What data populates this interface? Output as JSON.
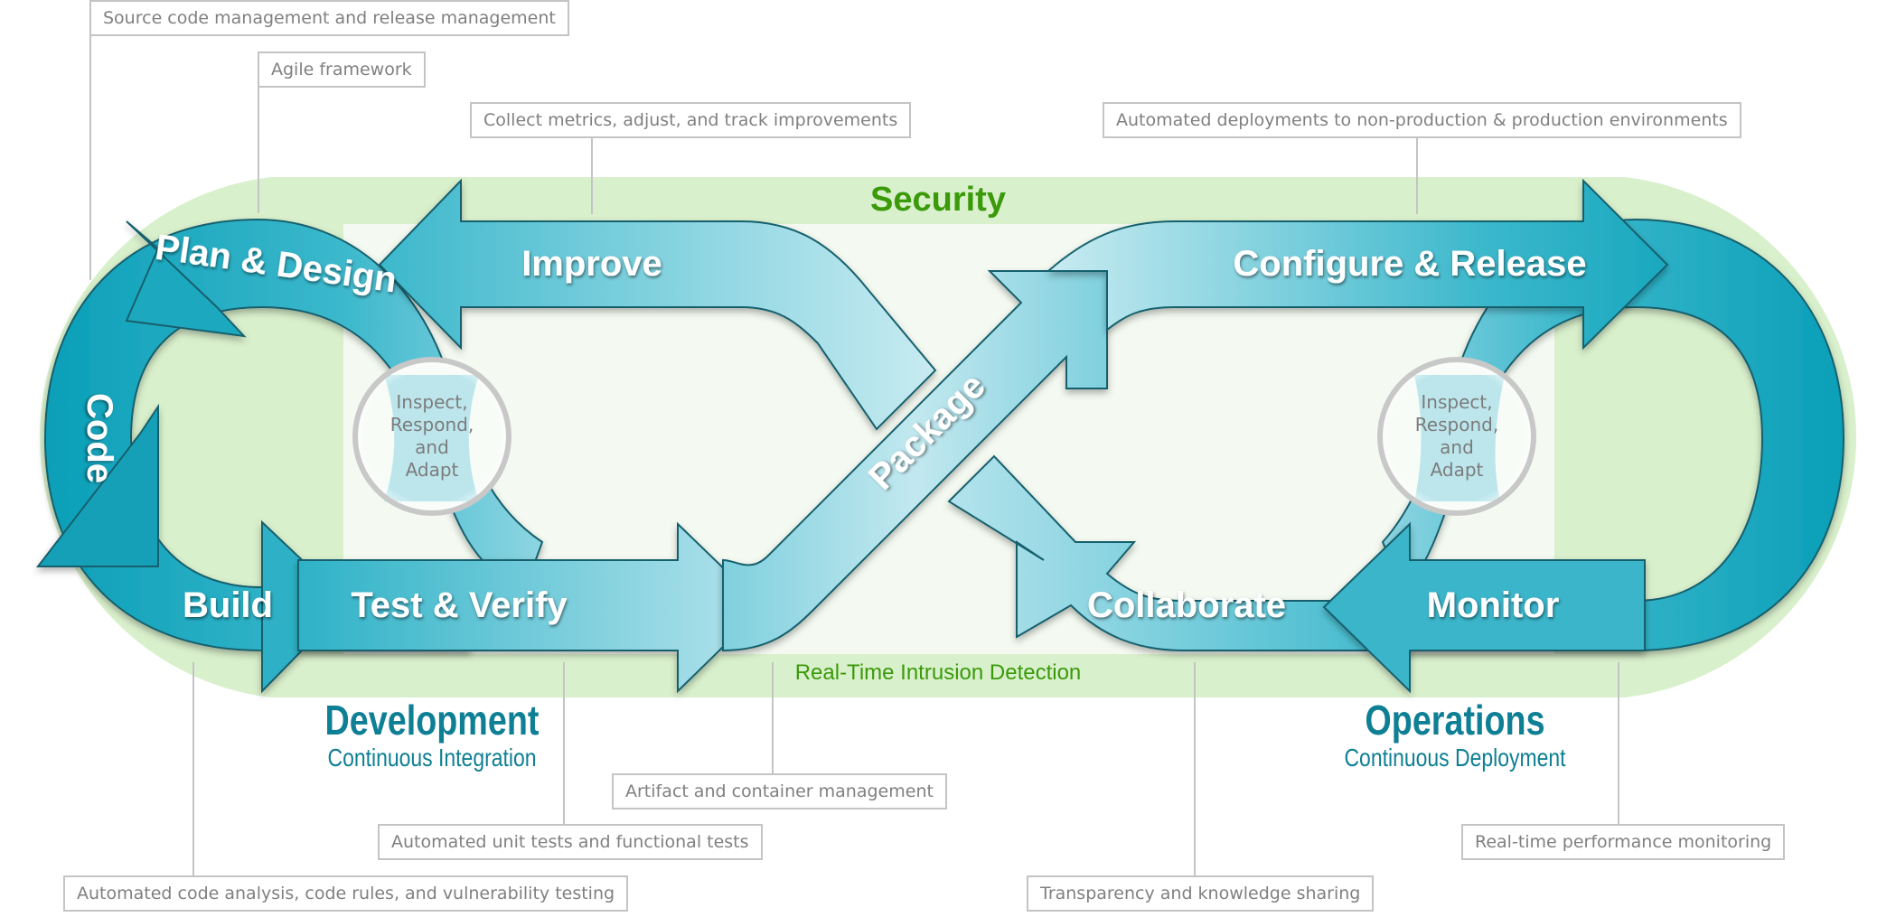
{
  "diagram": {
    "security_band": {
      "top_label": "Security",
      "bottom_label": "Real-Time Intrusion Detection"
    },
    "stages": {
      "plan_design": "Plan & Design",
      "code": "Code",
      "build": "Build",
      "test_verify": "Test & Verify",
      "improve": "Improve",
      "package": "Package",
      "configure_release": "Configure & Release",
      "monitor": "Monitor",
      "collaborate": "Collaborate"
    },
    "inspect_circles": {
      "left": [
        "Inspect,",
        "Respond,",
        "and",
        "Adapt"
      ],
      "right": [
        "Inspect,",
        "Respond,",
        "and",
        "Adapt"
      ]
    },
    "phases": {
      "development": {
        "title": "Development",
        "subtitle": "Continuous Integration"
      },
      "operations": {
        "title": "Operations",
        "subtitle": "Continuous Deployment"
      }
    },
    "colors": {
      "band": "#d9f0cc",
      "inner": "#f4faf1",
      "dark_teal": "#0aa2bb",
      "light_teal": "#b8e4ec",
      "accent_green": "#3a9a0a",
      "phase_teal": "#0e7f94"
    }
  },
  "callouts": {
    "source_code": "Source code management and release management",
    "agile": "Agile framework",
    "metrics": "Collect metrics, adjust, and track improvements",
    "deployments": "Automated deployments to non-production & production environments",
    "artifact": "Artifact and container management",
    "unit_tests": "Automated unit tests and functional tests",
    "code_analysis": "Automated code analysis, code rules, and vulnerability testing",
    "transparency": "Transparency and knowledge sharing",
    "performance": "Real-time performance monitoring"
  }
}
